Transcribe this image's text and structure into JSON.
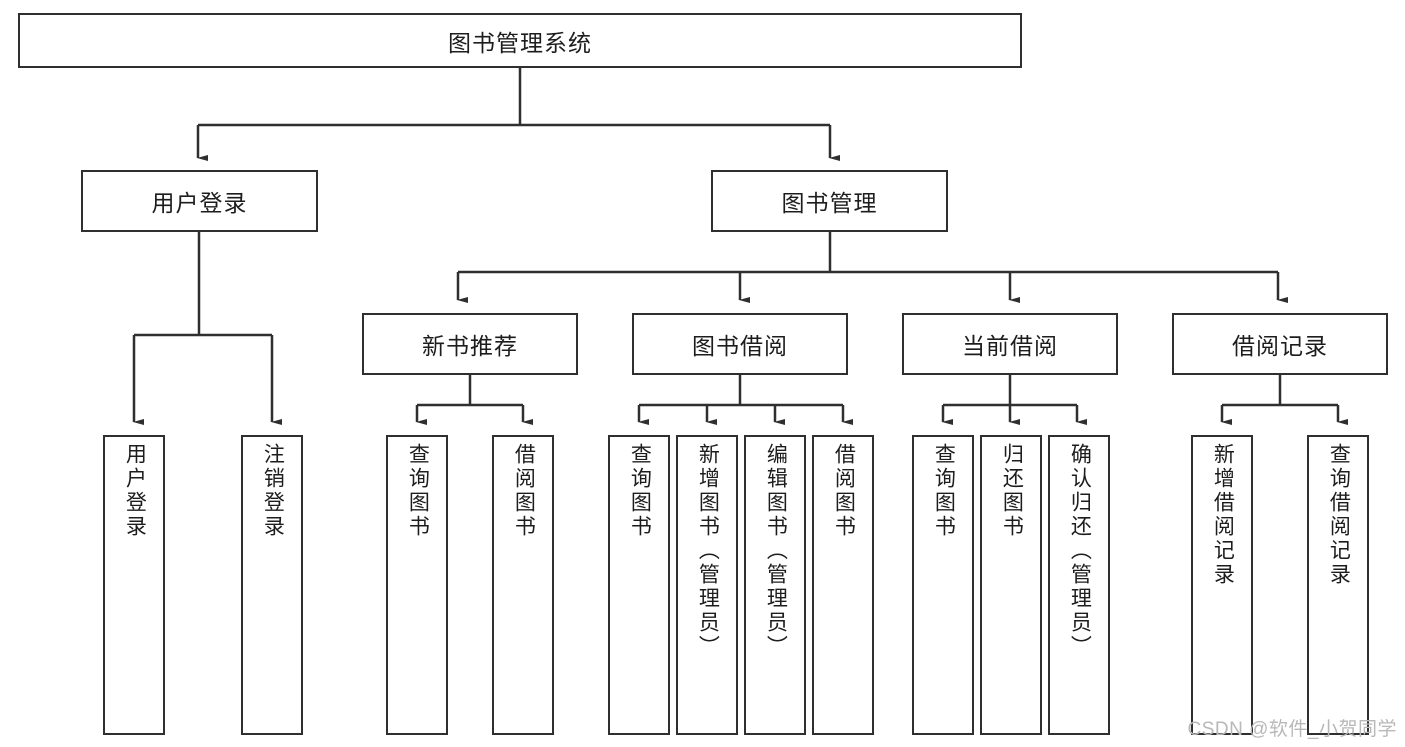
{
  "diagram": {
    "title": "图书管理系统",
    "type": "hierarchy-tree",
    "root": {
      "label": "图书管理系统"
    },
    "level2": [
      {
        "label": "用户登录"
      },
      {
        "label": "图书管理"
      }
    ],
    "level3": [
      {
        "label": "新书推荐"
      },
      {
        "label": "图书借阅"
      },
      {
        "label": "当前借阅"
      },
      {
        "label": "借阅记录"
      }
    ],
    "leaves": {
      "user_login": [
        {
          "label": "用户登录"
        },
        {
          "label": "注销登录"
        }
      ],
      "new_book_recommend": [
        {
          "label": "查询图书"
        },
        {
          "label": "借阅图书"
        }
      ],
      "book_borrow": [
        {
          "label": "查询图书"
        },
        {
          "label": "新增图书（管理员）"
        },
        {
          "label": "编辑图书（管理员）"
        },
        {
          "label": "借阅图书"
        }
      ],
      "current_borrow": [
        {
          "label": "查询图书"
        },
        {
          "label": "归还图书"
        },
        {
          "label": "确认归还（管理员）"
        }
      ],
      "borrow_record": [
        {
          "label": "新增借阅记录"
        },
        {
          "label": "查询借阅记录"
        }
      ]
    }
  },
  "watermark": {
    "text": "CSDN @软件_小贺同学"
  },
  "colors": {
    "stroke": "#2f2f2f",
    "fill": "#ffffff",
    "text": "#1d1d1d",
    "watermark": "#b8b8b8"
  }
}
